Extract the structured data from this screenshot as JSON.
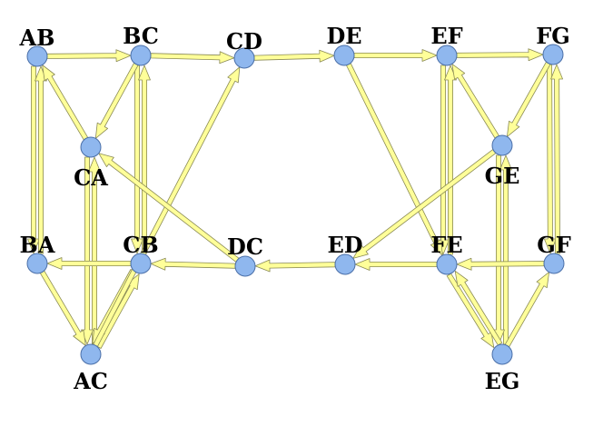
{
  "colors": {
    "background": "#ffffff",
    "node_fill": "#8fb7ee",
    "node_stroke": "#4a6fa8",
    "edge_fill": "#ffff99",
    "edge_stroke": "#8a8a55"
  },
  "nodes": [
    {
      "id": "AB",
      "label": "AB"
    },
    {
      "id": "BC",
      "label": "BC"
    },
    {
      "id": "CD",
      "label": "CD"
    },
    {
      "id": "DE",
      "label": "DE"
    },
    {
      "id": "EF",
      "label": "EF"
    },
    {
      "id": "FG",
      "label": "FG"
    },
    {
      "id": "CA",
      "label": "CA"
    },
    {
      "id": "GE",
      "label": "GE"
    },
    {
      "id": "BA",
      "label": "BA"
    },
    {
      "id": "CB",
      "label": "CB"
    },
    {
      "id": "DC",
      "label": "DC"
    },
    {
      "id": "ED",
      "label": "ED"
    },
    {
      "id": "FE",
      "label": "FE"
    },
    {
      "id": "GF",
      "label": "GF"
    },
    {
      "id": "AC",
      "label": "AC"
    },
    {
      "id": "EG",
      "label": "EG"
    }
  ],
  "edges": [
    {
      "from": "AB",
      "to": "BC"
    },
    {
      "from": "BC",
      "to": "CD"
    },
    {
      "from": "CD",
      "to": "DE"
    },
    {
      "from": "DE",
      "to": "EF"
    },
    {
      "from": "EF",
      "to": "FG"
    },
    {
      "from": "AB",
      "to": "BA"
    },
    {
      "from": "BA",
      "to": "AB"
    },
    {
      "from": "BC",
      "to": "CB"
    },
    {
      "from": "CB",
      "to": "BC"
    },
    {
      "from": "EF",
      "to": "FE"
    },
    {
      "from": "FE",
      "to": "EF"
    },
    {
      "from": "FG",
      "to": "GF"
    },
    {
      "from": "GF",
      "to": "FG"
    },
    {
      "from": "CA",
      "to": "AB"
    },
    {
      "from": "BC",
      "to": "CA"
    },
    {
      "from": "GE",
      "to": "EF"
    },
    {
      "from": "FG",
      "to": "GE"
    },
    {
      "from": "AC",
      "to": "CA"
    },
    {
      "from": "CA",
      "to": "AC"
    },
    {
      "from": "EG",
      "to": "GE"
    },
    {
      "from": "GE",
      "to": "EG"
    },
    {
      "from": "CB",
      "to": "BA"
    },
    {
      "from": "DC",
      "to": "CB"
    },
    {
      "from": "ED",
      "to": "DC"
    },
    {
      "from": "FE",
      "to": "ED"
    },
    {
      "from": "GF",
      "to": "FE"
    },
    {
      "from": "BA",
      "to": "AC"
    },
    {
      "from": "AC",
      "to": "CB"
    },
    {
      "from": "CB",
      "to": "AC"
    },
    {
      "from": "FE",
      "to": "EG"
    },
    {
      "from": "EG",
      "to": "FE"
    },
    {
      "from": "EG",
      "to": "GF"
    },
    {
      "from": "AC",
      "to": "CD"
    },
    {
      "from": "DC",
      "to": "CA"
    },
    {
      "from": "DE",
      "to": "FE"
    },
    {
      "from": "GE",
      "to": "ED"
    }
  ]
}
